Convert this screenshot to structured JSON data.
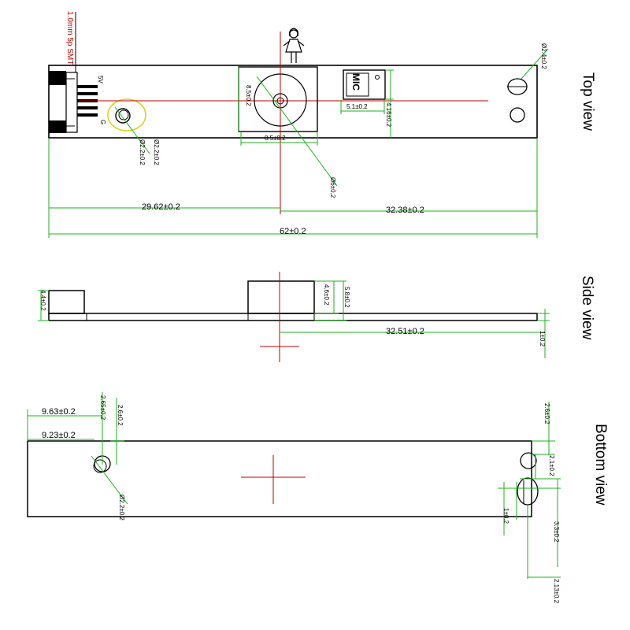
{
  "views": {
    "top": "Top view",
    "side": "Side view",
    "bottom": "Bottom view"
  },
  "top_view": {
    "connector_note": "1.0mm 5p SMT",
    "pin_5v": "5V",
    "pin_g": "G",
    "mic_label": "MIC",
    "dim_hole_left_a": "Ø2.2±0.2",
    "dim_hole_left_b": "Ø2.2±0.2",
    "dim_lens": "Ø6±0.2",
    "dim_sensor_h": "8.5±0.2",
    "dim_sensor_w": "8.5±0.2",
    "dim_mic_w": "5.1±0.2",
    "dim_mic_h": "4.16±0.2",
    "dim_hole_right": "Ø2.4±0.2",
    "dim_left_span": "29.62±0.2",
    "dim_right_span": "32.38±0.2",
    "dim_total": "62±0.2"
  },
  "side_view": {
    "dim_connector_h": "4.4±0.2",
    "dim_module_h": "4.6±0.2",
    "dim_module_total": "5.8±0.2",
    "dim_offset": "32.51±0.2",
    "dim_board_t": "1±0.2"
  },
  "bottom_view": {
    "dim_963": "9.63±0.2",
    "dim_923": "9.23±0.2",
    "dim_265": "2.65±0.2",
    "dim_26_left": "2.6±0.2",
    "dim_hole": "Ø2.2±0.2",
    "dim_26_right": "2.6±0.2",
    "dim_21": "2.1±0.2",
    "dim_1": "1±0.2",
    "dim_33": "3.3±0.2",
    "dim_213": "2.13±0.2"
  },
  "colors": {
    "outline": "#000000",
    "dimension": "#1bb31b",
    "center_mark": "#c00000",
    "highlight": "#e0d020"
  }
}
